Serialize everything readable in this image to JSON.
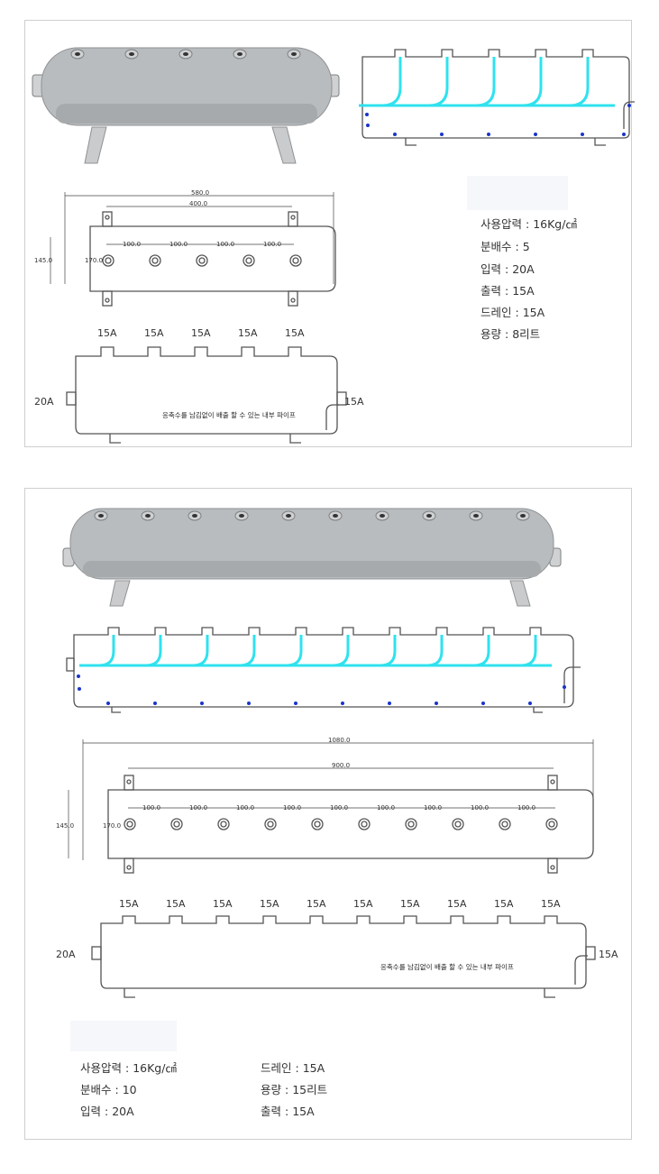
{
  "product_small": {
    "dims": {
      "overall": "580.0",
      "mount": "400.0",
      "pitch": [
        "100.0",
        "100.0",
        "100.0",
        "100.0"
      ],
      "height_a": "145.0",
      "height_b": "170.0"
    },
    "drawing": {
      "out_labels": [
        "15A",
        "15A",
        "15A",
        "15A",
        "15A"
      ],
      "inlet": "20A",
      "drain": "15A",
      "note": "응축수를 남김없이 배출 할 수 있는 내부 파이프"
    },
    "specs": [
      {
        "label": "사용압력",
        "value": "16Kg/㎠"
      },
      {
        "label": "분배수",
        "value": "5"
      },
      {
        "label": "입력",
        "value": "20A"
      },
      {
        "label": "출력",
        "value": "15A"
      },
      {
        "label": "드레인",
        "value": "15A"
      },
      {
        "label": "용량",
        "value": "8리트"
      }
    ]
  },
  "product_large": {
    "dims": {
      "overall": "1080.0",
      "mount": "900.0",
      "pitch": [
        "100.0",
        "100.0",
        "100.0",
        "100.0",
        "100.0",
        "100.0",
        "100.0",
        "100.0",
        "100.0"
      ],
      "height_a": "145.0",
      "height_b": "170.0"
    },
    "drawing": {
      "out_labels": [
        "15A",
        "15A",
        "15A",
        "15A",
        "15A",
        "15A",
        "15A",
        "15A",
        "15A",
        "15A"
      ],
      "inlet": "20A",
      "drain": "15A",
      "note": "응축수를 남김없이 배출 할 수 있는 내부 파이프"
    },
    "specs_col1": [
      {
        "label": "사용압력",
        "value": "16Kg/㎠"
      },
      {
        "label": "분배수",
        "value": "10"
      },
      {
        "label": "입력",
        "value": "20A"
      }
    ],
    "specs_col2": [
      {
        "label": "드레인",
        "value": "15A"
      },
      {
        "label": "용량",
        "value": "15리트"
      },
      {
        "label": "출력",
        "value": "15A"
      }
    ]
  }
}
